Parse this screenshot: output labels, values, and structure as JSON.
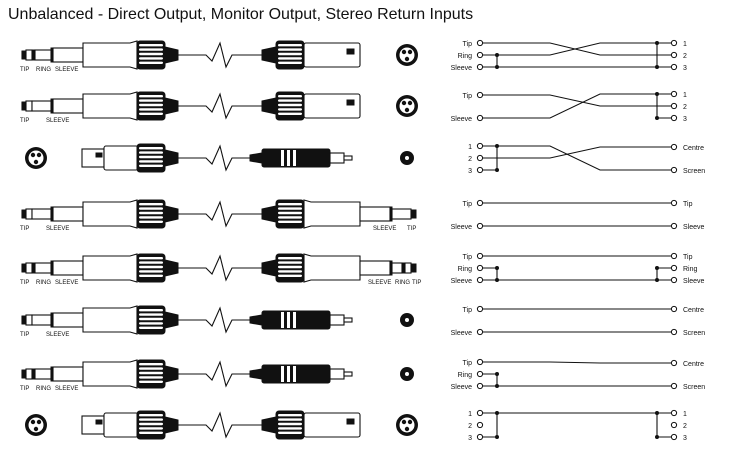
{
  "title": "Unbalanced - Direct Output, Monitor Output, Stereo Return Inputs",
  "rows": [
    {
      "left": {
        "type": "trs",
        "labels": [
          "TIP",
          "RING",
          "SLEEVE"
        ]
      },
      "right": {
        "type": "xlr-male",
        "labels": []
      },
      "endview": "xlr3",
      "wiring": {
        "left_pins": [
          "Tip",
          "Ring",
          "Sleeve"
        ],
        "right_pins": [
          "1",
          "2",
          "3"
        ],
        "links": [
          [
            0,
            1
          ],
          [
            1,
            0
          ],
          [
            2,
            2
          ]
        ],
        "left_bridges": [
          [
            1,
            2
          ]
        ],
        "right_bridges": [
          [
            0,
            2
          ]
        ]
      }
    },
    {
      "left": {
        "type": "ts",
        "labels": [
          "TIP",
          "SLEEVE"
        ]
      },
      "right": {
        "type": "xlr-male",
        "labels": []
      },
      "endview": "xlr3",
      "wiring": {
        "left_pins": [
          "Tip",
          "Sleeve"
        ],
        "right_pins": [
          "1",
          "2",
          "3"
        ],
        "links": [
          [
            0,
            1
          ],
          [
            1,
            0
          ]
        ],
        "left_bridges": [],
        "right_bridges": [
          [
            0,
            2
          ]
        ]
      }
    },
    {
      "left": {
        "type": "xlr-female",
        "labels": []
      },
      "right": {
        "type": "rca",
        "labels": []
      },
      "endview": "rca",
      "startview": "xlr3",
      "wiring": {
        "left_pins": [
          "1",
          "2",
          "3"
        ],
        "right_pins": [
          "Centre",
          "Screen"
        ],
        "links": [
          [
            0,
            1
          ],
          [
            1,
            0
          ]
        ],
        "left_bridges": [
          [
            0,
            2
          ]
        ],
        "right_bridges": []
      }
    },
    {
      "left": {
        "type": "ts",
        "labels": [
          "TIP",
          "SLEEVE"
        ]
      },
      "right": {
        "type": "ts",
        "labels": [
          "SLEEVE",
          "TIP"
        ]
      },
      "endview": "",
      "wiring": {
        "left_pins": [
          "Tip",
          "Sleeve"
        ],
        "right_pins": [
          "Tip",
          "Sleeve"
        ],
        "links": [
          [
            0,
            0
          ],
          [
            1,
            1
          ]
        ],
        "left_bridges": [],
        "right_bridges": []
      }
    },
    {
      "left": {
        "type": "trs",
        "labels": [
          "TIP",
          "RING",
          "SLEEVE"
        ]
      },
      "right": {
        "type": "trs",
        "labels": [
          "SLEEVE",
          "RING",
          "TIP"
        ]
      },
      "endview": "",
      "wiring": {
        "left_pins": [
          "Tip",
          "Ring",
          "Sleeve"
        ],
        "right_pins": [
          "Tip",
          "Ring",
          "Sleeve"
        ],
        "links": [
          [
            0,
            0
          ],
          [
            2,
            2
          ]
        ],
        "left_bridges": [
          [
            1,
            2
          ]
        ],
        "right_bridges": [
          [
            1,
            2
          ]
        ]
      }
    },
    {
      "left": {
        "type": "ts",
        "labels": [
          "TIP",
          "SLEEVE"
        ]
      },
      "right": {
        "type": "rca",
        "labels": []
      },
      "endview": "rca",
      "wiring": {
        "left_pins": [
          "Tip",
          "Sleeve"
        ],
        "right_pins": [
          "Centre",
          "Screen"
        ],
        "links": [
          [
            0,
            0
          ],
          [
            1,
            1
          ]
        ],
        "left_bridges": [],
        "right_bridges": []
      }
    },
    {
      "left": {
        "type": "trs",
        "labels": [
          "TIP",
          "RING",
          "SLEEVE"
        ]
      },
      "right": {
        "type": "rca",
        "labels": []
      },
      "endview": "rca",
      "wiring": {
        "left_pins": [
          "Tip",
          "Ring",
          "Sleeve"
        ],
        "right_pins": [
          "Centre",
          "Screen"
        ],
        "links": [
          [
            0,
            0
          ],
          [
            2,
            1
          ]
        ],
        "left_bridges": [
          [
            1,
            2
          ]
        ],
        "right_bridges": []
      }
    },
    {
      "left": {
        "type": "xlr-female",
        "labels": []
      },
      "right": {
        "type": "xlr-male",
        "labels": []
      },
      "endview": "xlr3",
      "startview": "xlr3",
      "wiring": {
        "left_pins": [
          "1",
          "2",
          "3"
        ],
        "right_pins": [
          "1",
          "2",
          "3"
        ],
        "links": [
          [
            0,
            0
          ]
        ],
        "left_bridges": [
          [
            0,
            2
          ]
        ],
        "right_bridges": [
          [
            0,
            2
          ]
        ]
      }
    }
  ]
}
